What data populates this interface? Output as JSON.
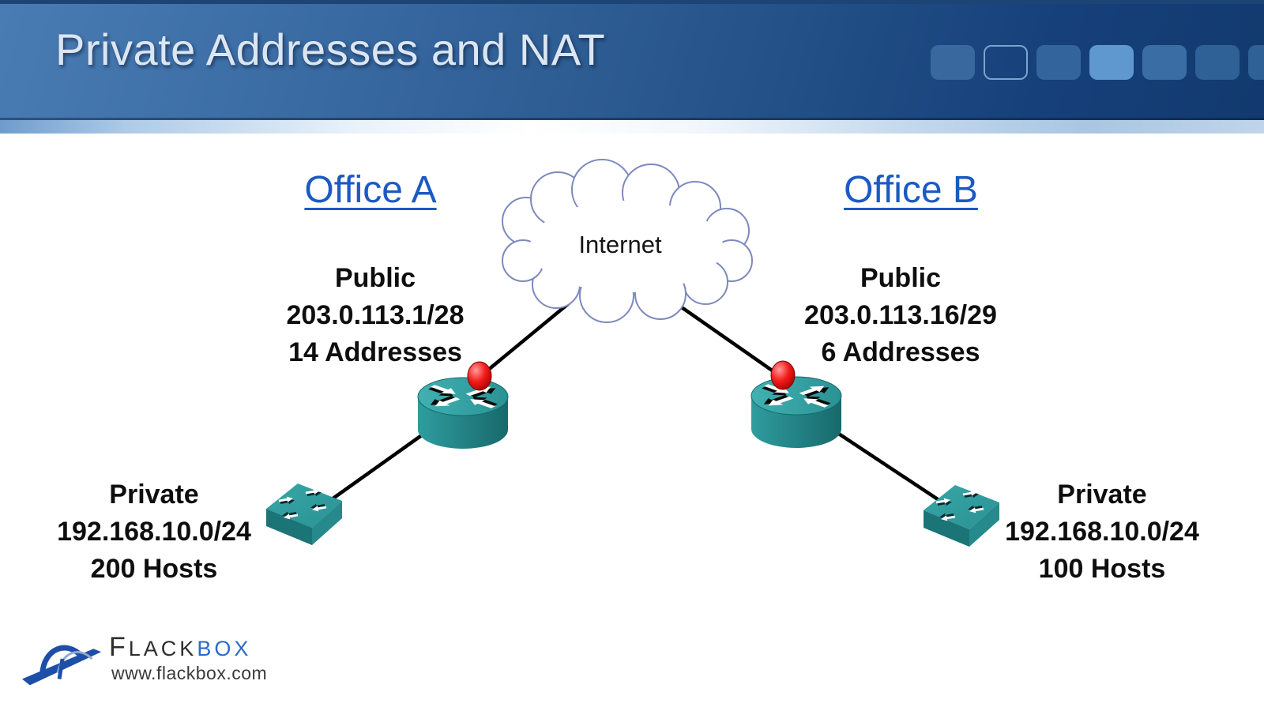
{
  "slide_title": "Private Addresses and NAT",
  "cloud_label": "Internet",
  "office_a": {
    "title": "Office A",
    "public_label": "Public",
    "public_subnet": "203.0.113.1/28",
    "public_count": "14 Addresses",
    "private_label": "Private",
    "private_subnet": "192.168.10.0/24",
    "private_count": "200 Hosts"
  },
  "office_b": {
    "title": "Office B",
    "public_label": "Public",
    "public_subnet": "203.0.113.16/29",
    "public_count": "6 Addresses",
    "private_label": "Private",
    "private_subnet": "192.168.10.0/24",
    "private_count": "100 Hosts"
  },
  "footer": {
    "brand_f": "F",
    "brand_rest": "LACK",
    "brand_suffix": "BOX",
    "website": "www.flackbox.com"
  },
  "icons": {
    "cloud": "internet-cloud-icon",
    "router": "cisco-router-icon",
    "switch": "cisco-switch-icon",
    "marker": "red-sphere-marker",
    "logo": "bridge-logo-icon"
  },
  "colors": {
    "banner_blue_light": "#4a7cb4",
    "banner_blue_dark": "#123a6f",
    "banner_title_text": "#dce6f2",
    "decor_square_bright": "#5e98ce",
    "decor_square_outline": "#7ba3cf",
    "decor_square_fill": "#33659c",
    "office_title_blue": "#1b5ac4",
    "device_teal": "#2f9c9e",
    "device_teal_dark": "#1b7476",
    "nat_marker_red": "#f01414",
    "cloud_outline": "#7d89bc",
    "link_line": "#000000",
    "label_text": "#0e0e0e",
    "brand_blue": "#2a6bc9",
    "brand_black": "#2e2e2e"
  }
}
